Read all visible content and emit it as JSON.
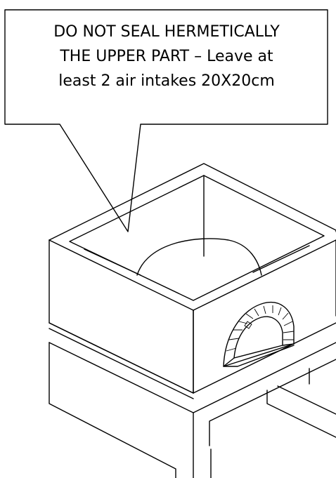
{
  "callout": {
    "lines": [
      "DO NOT SEAL HERMETICALLY",
      "THE UPPER PART – Leave at",
      "least 2 air intakes 20X20cm"
    ]
  },
  "colors": {
    "stroke": "#000000",
    "background": "#ffffff"
  }
}
